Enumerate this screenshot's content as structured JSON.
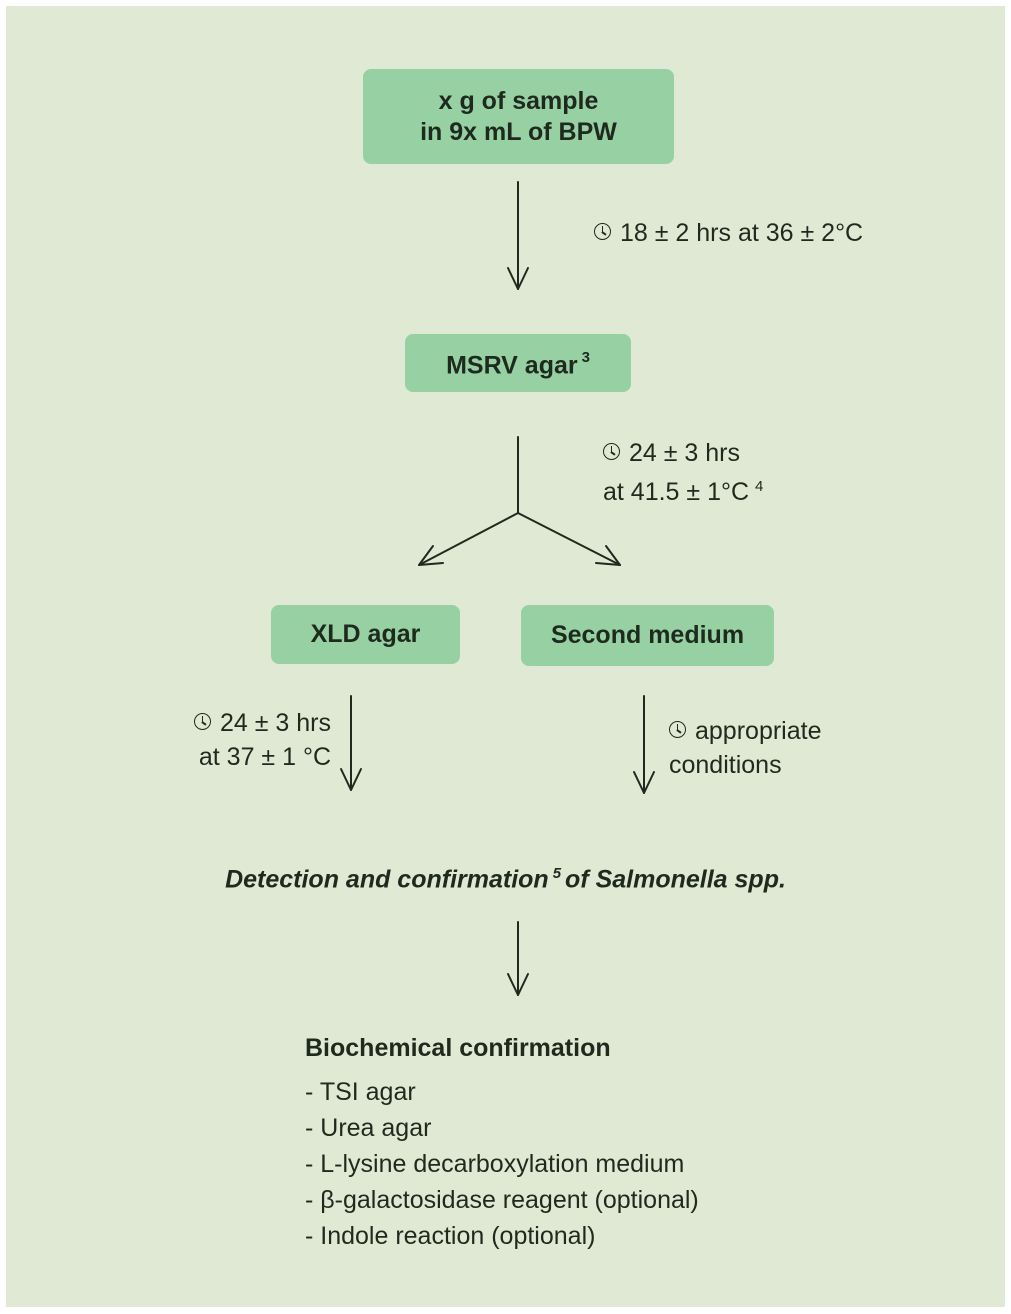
{
  "nodes": {
    "sample": {
      "line1": "x g of sample",
      "line2": "in 9x mL of BPW"
    },
    "msrv": {
      "label": "MSRV agar",
      "note": "3"
    },
    "xld": {
      "label": "XLD agar"
    },
    "second": {
      "label": "Second medium"
    }
  },
  "conditions": {
    "pre_enrichment": {
      "text": "18 ± 2 hrs at 36 ± 2°C"
    },
    "msrv": {
      "line1": "24 ± 3 hrs",
      "line2": "at 41.5 ± 1°C",
      "note": "4"
    },
    "xld": {
      "line1": "24 ± 3 hrs",
      "line2": "at 37 ± 1 °C"
    },
    "second": {
      "line1": "appropriate",
      "line2": "conditions"
    }
  },
  "detection": {
    "text_before": "Detection and confirmation",
    "note": "5",
    "text_after": "of Salmonella spp."
  },
  "biochemical": {
    "title": "Biochemical confirmation",
    "items": [
      "- TSI agar",
      "- Urea agar",
      "- L-lysine decarboxylation medium",
      "- β-galactosidase reagent (optional)",
      "- Indole reaction (optional)"
    ]
  },
  "colors": {
    "background": "#e0e9d3",
    "box": "#97d0a3",
    "text": "#1e2a1e"
  },
  "icons": {
    "duration": "clock-icon"
  }
}
